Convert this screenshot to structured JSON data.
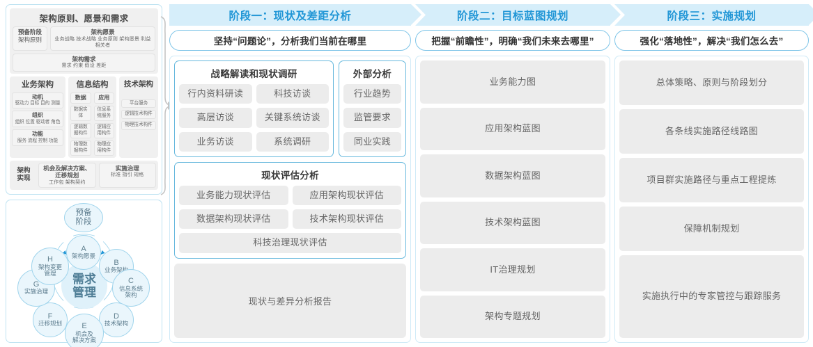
{
  "left_panel": {
    "togaf": {
      "title": "架构原则、愿景和需求",
      "row1": {
        "prep": {
          "line1": "预备阶段",
          "line2": "架构原则"
        },
        "vision": {
          "head": "架构愿景",
          "items": "业务战略 技术战略 业务原则 架构愿景 利益相关者"
        }
      },
      "row2": {
        "head": "架构需求",
        "items": "需求    约束    假设    差距"
      },
      "columns": [
        {
          "head": "业务架构",
          "items": [
            {
              "title": "动机",
              "sub": "驱动力 目标 目的 测量"
            },
            {
              "title": "组织",
              "sub": "组织 位置 驱动者 角色"
            },
            {
              "title": "功能",
              "sub": "服务 流程 控制 功能"
            }
          ]
        },
        {
          "head": "信息结构",
          "subcolumns": [
            {
              "head": "数据",
              "items": [
                "数据实体",
                "逻辑数据构件",
                "物理数据构件"
              ]
            },
            {
              "head": "应用",
              "items": [
                "信息系统服务",
                "逻辑应用构件",
                "物理应用构件"
              ]
            }
          ]
        },
        {
          "head": "技术架构",
          "items": [
            "平台服务",
            "逻辑技术构件",
            "物理技术构件"
          ]
        }
      ],
      "implementation": {
        "label": "架构\n实现",
        "label_line1": "架构",
        "label_line2": "实现",
        "blocks": [
          {
            "title": "机会及解决方案、迁移规划",
            "sub": "工作包  架构契约"
          },
          {
            "title": "实施治理",
            "sub": "标准  指引  规格"
          }
        ]
      }
    },
    "adm": {
      "center": {
        "line1": "需求",
        "line2": "管理"
      },
      "prep": {
        "line1": "预备",
        "line2": "阶段"
      },
      "nodes": [
        {
          "letter": "A",
          "label": "架构愿景"
        },
        {
          "letter": "B",
          "label": "业务架构"
        },
        {
          "letter": "C",
          "label": "信息系统架构",
          "l1": "信息系统",
          "l2": "架构"
        },
        {
          "letter": "D",
          "label": "技术架构"
        },
        {
          "letter": "E",
          "label": "机会及解决方案",
          "l1": "机会及",
          "l2": "解决方案"
        },
        {
          "letter": "F",
          "label": "迁移规划"
        },
        {
          "letter": "G",
          "label": "实施治理"
        },
        {
          "letter": "H",
          "label": "架构变更管理",
          "l1": "架构变更",
          "l2": "管理"
        }
      ]
    }
  },
  "phases": [
    {
      "title": "阶段一：现状及差距分析",
      "subtitle": "坚持“问题论”，分析我们当前在哪里",
      "groups": [
        {
          "title": "战略解读和现状调研",
          "items": [
            "行内资料研读",
            "科技访谈",
            "高层访谈",
            "关键系统访谈",
            "业务访谈",
            "系统调研"
          ]
        },
        {
          "title": "外部分析",
          "items": [
            "行业趋势",
            "监管要求",
            "同业实践"
          ]
        },
        {
          "title": "现状评估分析",
          "items": [
            "业务能力现状评估",
            "应用架构现状评估",
            "数据架构现状评估",
            "技术架构现状评估"
          ],
          "full_item": "科技治理现状评估"
        }
      ],
      "report": "现状与差异分析报告"
    },
    {
      "title": "阶段二：目标蓝图规划",
      "subtitle": "把握“前瞻性”，明确“我们未来去哪里”",
      "items": [
        "业务能力图",
        "应用架构蓝图",
        "数据架构蓝图",
        "技术架构蓝图",
        "IT治理规划",
        "架构专题规划"
      ]
    },
    {
      "title": "阶段三：实施规划",
      "subtitle": "强化“落地性”，解决“我们怎么去”",
      "items": [
        "总体策略、原则与阶段划分",
        "各条线实施路径线路图",
        "项目群实施路径与重点工程提炼",
        "保障机制规划",
        "实施执行中的专家管控与跟踪服务"
      ]
    }
  ],
  "colors": {
    "header_band": "#d6eefa",
    "header_text": "#2196d6",
    "group_border": "#66b8dd",
    "chip_bg": "#ececec",
    "node_fill": "#eaf6fc"
  }
}
